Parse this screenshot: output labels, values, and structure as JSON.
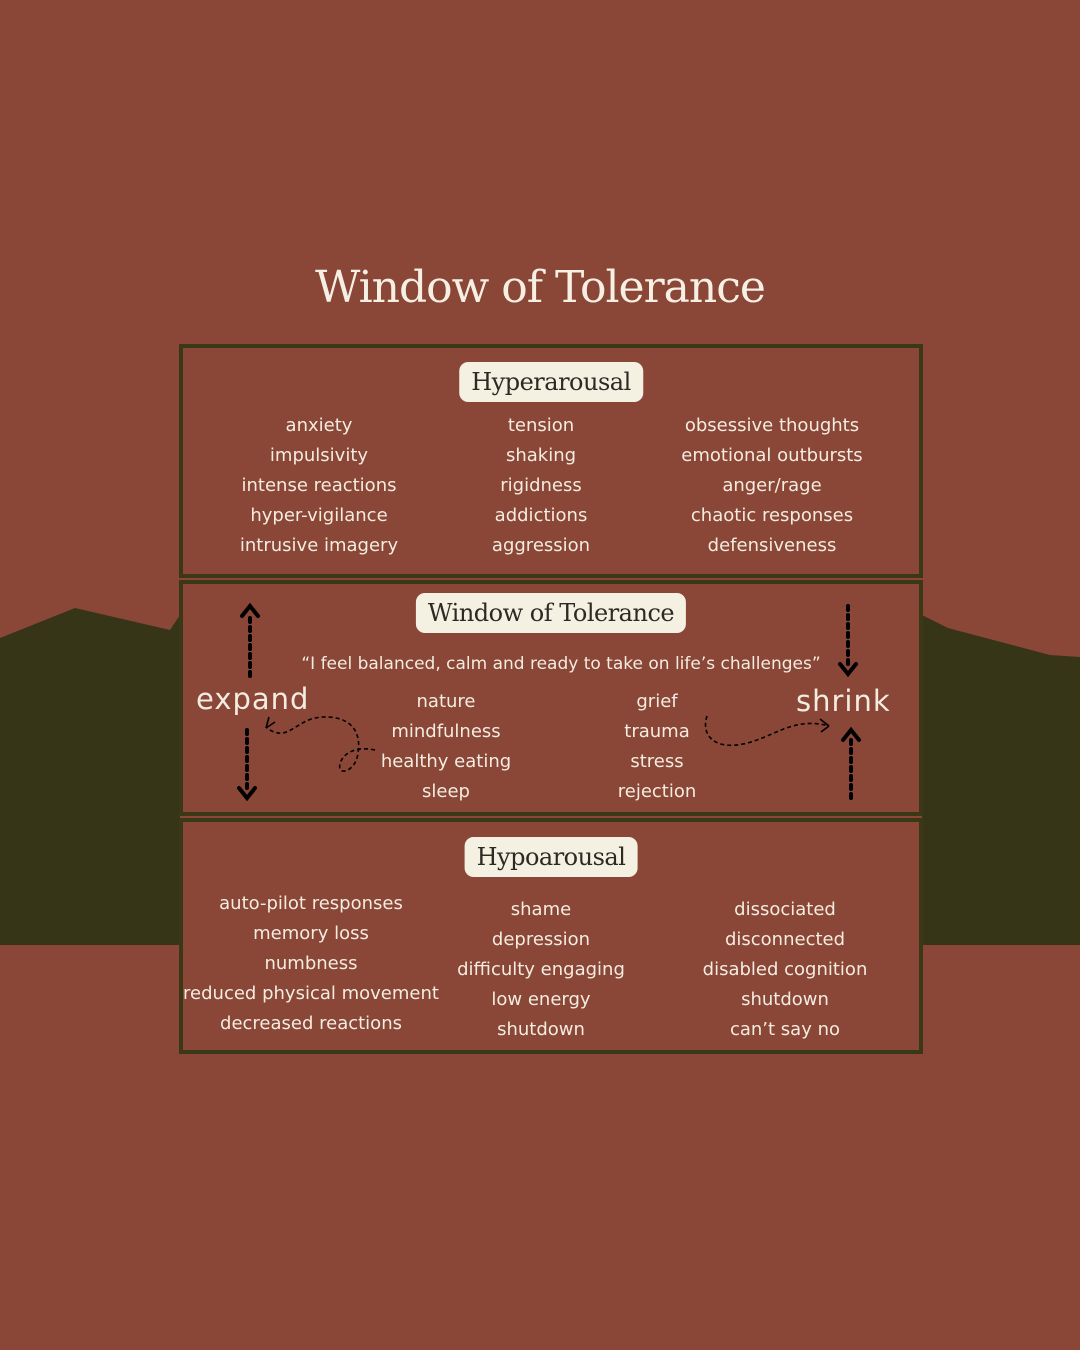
{
  "title": "Window of Tolerance",
  "colors": {
    "background": "#8a4636",
    "mountain": "#373518",
    "border": "#3a3816",
    "pill": "#f4f1e3",
    "text": "#f3ece0"
  },
  "hyperarousal": {
    "heading": "Hyperarousal",
    "col1": [
      "anxiety",
      "impulsivity",
      "intense reactions",
      "hyper-vigilance",
      "intrusive imagery"
    ],
    "col2": [
      "tension",
      "shaking",
      "rigidness",
      "addictions",
      "aggression"
    ],
    "col3": [
      "obsessive thoughts",
      "emotional outbursts",
      "anger/rage",
      "chaotic responses",
      "defensiveness"
    ]
  },
  "window": {
    "heading": "Window of Tolerance",
    "quote": "“I feel balanced, calm and ready to take on life’s challenges”",
    "expand_label": "expand",
    "shrink_label": "shrink",
    "expand_items": [
      "nature",
      "mindfulness",
      "healthy eating",
      "sleep"
    ],
    "shrink_items": [
      "grief",
      "trauma",
      "stress",
      "rejection"
    ]
  },
  "hypoarousal": {
    "heading": "Hypoarousal",
    "col1": [
      "auto-pilot responses",
      "memory loss",
      "numbness",
      "reduced physical movement",
      "decreased reactions"
    ],
    "col2": [
      "shame",
      "depression",
      "difficulty engaging",
      "low energy",
      "shutdown"
    ],
    "col3": [
      "dissociated",
      "disconnected",
      "disabled cognition",
      "shutdown",
      "can’t say no"
    ]
  }
}
